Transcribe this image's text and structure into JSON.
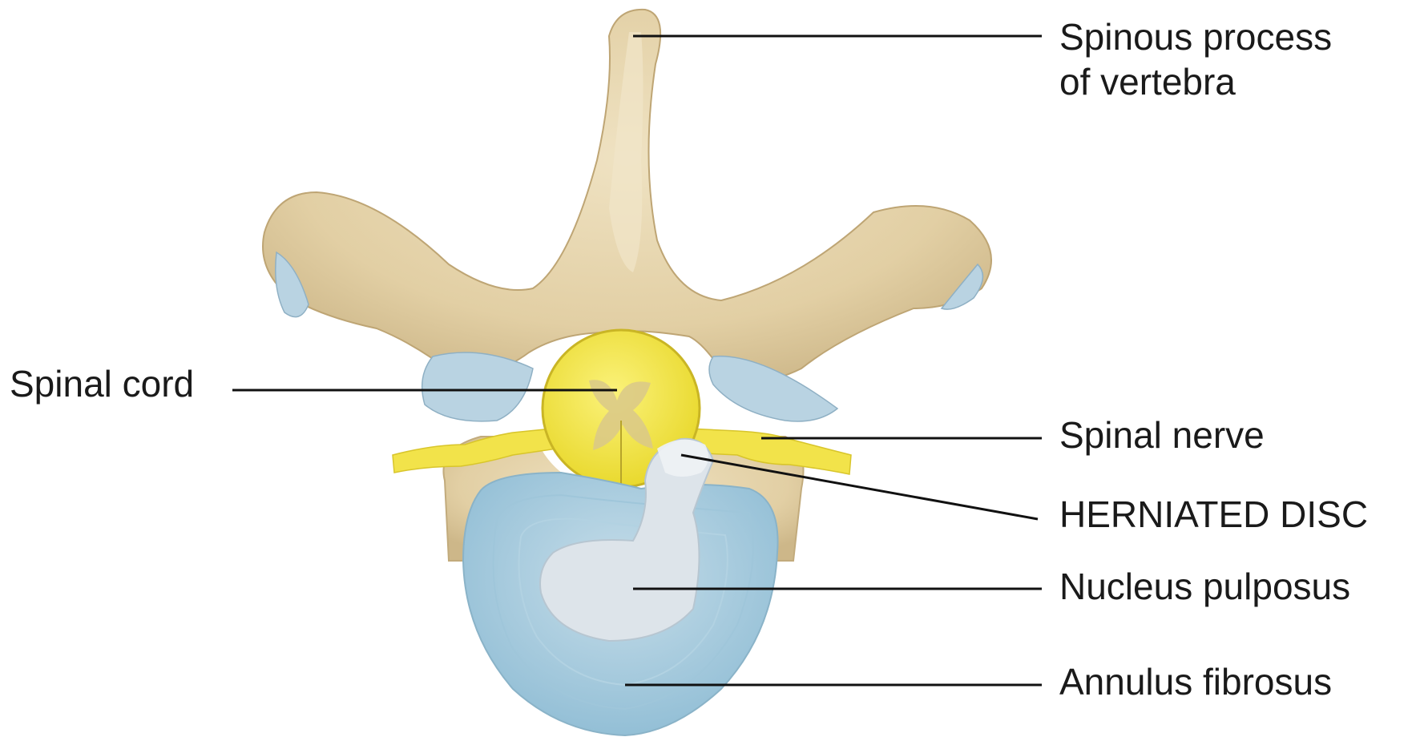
{
  "labels": {
    "spinous_process": [
      "Spinous process",
      "of vertebra"
    ],
    "spinal_cord": "Spinal cord",
    "spinal_nerve": "Spinal nerve",
    "herniated_disc": "HERNIATED DISC",
    "nucleus_pulposus": "Nucleus pulposus",
    "annulus_fibrosus": "Annulus fibrosus"
  },
  "colors": {
    "bone": "#e6d6b0",
    "bone_shadow": "#c9b488",
    "cartilage": "#b9d3e2",
    "nerve": "#f2e34a",
    "cord_gray_matter": "#d9c88a",
    "annulus": "#a9cde0",
    "nucleus": "#dde4ea",
    "leader_line": "#111111",
    "text": "#1a1a1a"
  }
}
